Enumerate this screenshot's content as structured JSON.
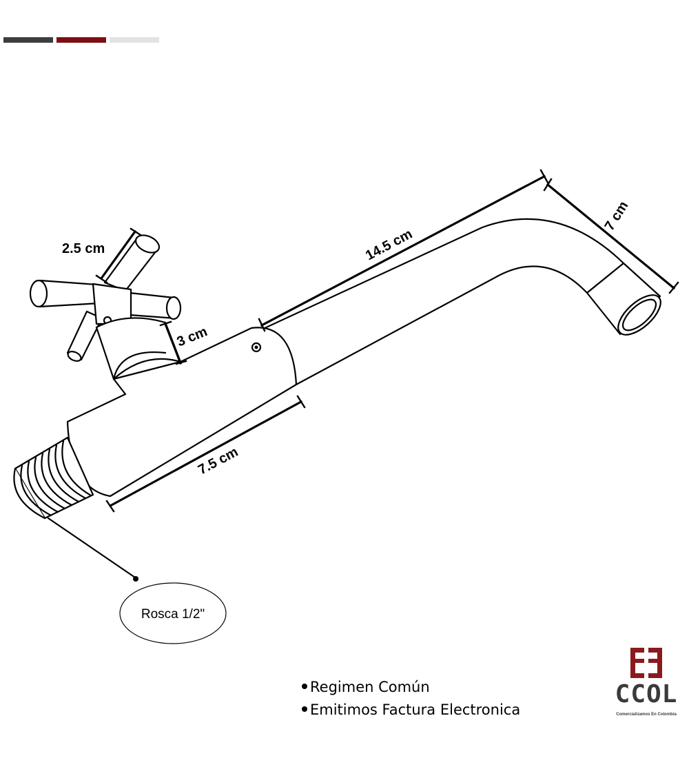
{
  "colors": {
    "bar_dark": "#3d3d3d",
    "bar_brand": "#7d0f14",
    "bar_light": "#e3e3e3",
    "line": "#000000",
    "logo_mark": "#8b1a1e",
    "logo_text": "#3a3a3a"
  },
  "dimensions": {
    "handle": "2.5 cm",
    "stem": "3 cm",
    "spout_length": "14.5 cm",
    "spout_drop": "7 cm",
    "body_length": "7.5 cm"
  },
  "callout": {
    "thread_label": "Rosca 1/2\""
  },
  "info": {
    "line1": "Regimen Común",
    "line2": "Emitimos Factura Electronica"
  },
  "logo": {
    "name": "CCOL",
    "tagline": "Comercializamos En Colombia",
    "icon": "double-c-icon"
  }
}
